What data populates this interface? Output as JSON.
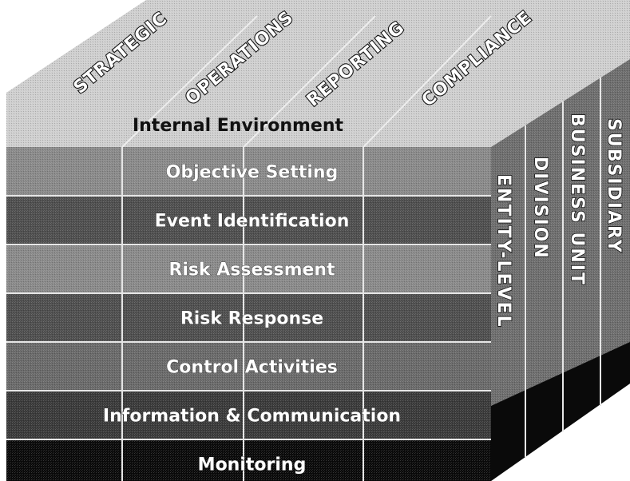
{
  "objectives": [
    "STRATEGIC",
    "OPERATIONS",
    "REPORTING",
    "COMPLIANCE"
  ],
  "internal_environment": "Internal Environment",
  "components": [
    "Objective Setting",
    "Event Identification",
    "Risk Assessment",
    "Risk Response",
    "Control Activities",
    "Information & Communication",
    "Monitoring"
  ],
  "levels": [
    "ENTITY-LEVEL",
    "DIVISION",
    "BUSINESS UNIT",
    "SUBSIDIARY"
  ],
  "colors": {
    "top_face": "#cfcfcf",
    "row_colors": [
      "#8a8a8a",
      "#4f4f4f",
      "#8a8a8a",
      "#4f4f4f",
      "#6a6a6a",
      "#3a3a3a",
      "#0a0a0a"
    ],
    "side_face": "#6e6e6e",
    "grid_line": "#e0e0e0"
  }
}
